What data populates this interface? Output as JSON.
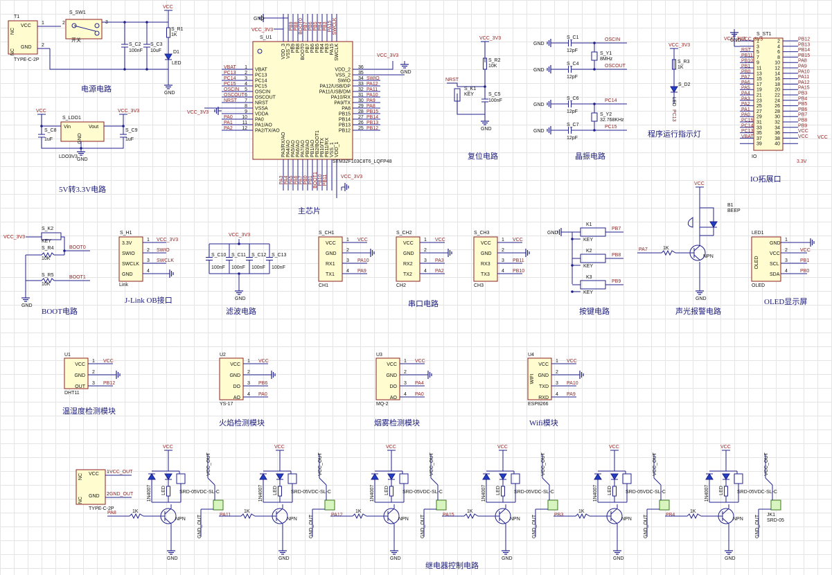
{
  "sections": {
    "power": "电源电路",
    "ldo": "5V转3.3V电路",
    "mcu": "主芯片",
    "reset": "复位电路",
    "crystal": "晶振电路",
    "led_indicator": "程序运行指示灯",
    "io": "IO拓展口",
    "boot": "BOOT电路",
    "jlink": "J-Link OB接口",
    "filter": "滤波电路",
    "serial": "串口电路",
    "keys": "按键电路",
    "buzzer": "声光报警电路",
    "oled": "OLED显示屏",
    "dht": "温湿度检测模块",
    "flame": "火焰检测模块",
    "smoke": "烟雾检测模块",
    "wifi": "Wifi模块",
    "relay": "继电器控制电路"
  },
  "power": {
    "ref": "T1",
    "type": "TYPE-C-2P",
    "vcc": "VCC",
    "gnd": "GND",
    "nc": "NC",
    "sw": "S_SW1",
    "sw_label": "开关",
    "c2": "S_C2",
    "c2v": "100nF",
    "c3": "S_C3",
    "c3v": "10uF",
    "r1": "S_R1",
    "r1v": "1K",
    "d1": "D1",
    "d1v": "LED",
    "net_vcc": "VCC",
    "net_gnd": "GND"
  },
  "ldo": {
    "ref": "S_LDO1",
    "vin": "Vin",
    "vout": "Vout",
    "gnd": "GND",
    "part": "LDO3V3",
    "c8": "S_C8",
    "c8v": "1uF",
    "c9": "S_C9",
    "c9v": "1uF",
    "vcc": "VCC",
    "vcc33": "VCC_3V3"
  },
  "mcu": {
    "ref": "S_U1",
    "part": "STM32F103C8T6_LQFP48",
    "gnd": "GND",
    "vcc33": "VCC_3V3",
    "left_nets": [
      "VBAT",
      "PC13",
      "PC14",
      "PC15",
      "OSCIN",
      "OSCOUT",
      "NRST",
      "",
      "",
      "PA0",
      "PA1",
      "PA2"
    ],
    "left_pins": [
      "VBAT",
      "PC13",
      "PC14",
      "PC15",
      "OSCIN",
      "OSCOUT",
      "NRST",
      "VSSA",
      "VDDA",
      "PA0",
      "PA1/AO",
      "PA2/TX/AO"
    ],
    "left_nums": [
      "1",
      "2",
      "3",
      "4",
      "5",
      "6",
      "7",
      "8",
      "9",
      "10",
      "11",
      "12"
    ],
    "right_pins": [
      "VDD_2",
      "VSS_2",
      "SWIO",
      "PA12/USB/DP",
      "PA11/USB/DM",
      "PA10/RX",
      "PA9/TX",
      "PA8",
      "PB15",
      "PB14",
      "PB13",
      "PB12"
    ],
    "right_nums": [
      "36",
      "35",
      "34",
      "33",
      "32",
      "31",
      "30",
      "29",
      "28",
      "27",
      "26",
      "25"
    ],
    "right_nets": [
      "",
      "",
      "SWIO",
      "PA12",
      "PA11",
      "PA10",
      "PA9",
      "PA8",
      "PB15",
      "PB14",
      "PB13",
      "PB12"
    ],
    "top_pins": [
      "VDD_3",
      "VSS_3",
      "PB9",
      "PB8",
      "BOOT0",
      "PB7",
      "PB6",
      "PB5",
      "PB4",
      "PB3",
      "PA15",
      "SWCLK"
    ],
    "top_nets": [
      "",
      "",
      "PB9",
      "PB8",
      "BOOT0",
      "PB7",
      "PB6",
      "PB5",
      "PB4",
      "PB3",
      "PA15",
      "SWCLK"
    ],
    "bottom_pins": [
      "PA3/RX/AO",
      "PA4/AO",
      "PA5/AO",
      "PA6/AO",
      "PA7/AO",
      "PB0/AO",
      "PB1/AO",
      "PB2/BOOT1",
      "PB10/TX",
      "PB11/RX",
      "VSS_1",
      "VDD_1"
    ],
    "bottom_nets": [
      "PA3",
      "PA4",
      "PA5",
      "PA6",
      "PA7",
      "PB0",
      "PB1",
      "BOOT1",
      "PB10",
      "PB11",
      "",
      ""
    ]
  },
  "reset": {
    "nrst": "NRST",
    "k1": "S_K1",
    "k1v": "KEY",
    "r2": "S_R2",
    "r2v": "10K",
    "c5": "S_C5",
    "c5v": "100nF",
    "vcc33": "VCC_3V3"
  },
  "crystal": {
    "c1": "S_C1",
    "c1v": "12pF",
    "c4": "S_C4",
    "c4v": "12pF",
    "c6": "S_C6",
    "c6v": "12pF",
    "c7": "S_C7",
    "c7v": "12pF",
    "y1": "S_Y1",
    "y1v": "8MHz",
    "y2": "S_Y2",
    "y2v": "32.768KHz",
    "oscin": "OSCIN",
    "oscout": "OSCOUT",
    "pc14": "PC14",
    "pc15": "PC15",
    "gnd": "GND"
  },
  "led_ind": {
    "r3": "S_R3",
    "r3v": "1K",
    "d2": "S_D2",
    "d2v": "LED",
    "net": "PC13",
    "vcc33": "VCC_3V3"
  },
  "io": {
    "ref": "S_ST1",
    "part": "IO",
    "vcc33": "VCC_3V3",
    "vcc": "VCC",
    "v33": "3.3V",
    "gnd": "GND",
    "left_nets": [
      "VCC_3V3",
      "",
      "RST",
      "PB11",
      "PB10",
      "PB1",
      "PB0",
      "PA7",
      "PA6",
      "PA5",
      "PA4",
      "PA3",
      "PA2",
      "PA1",
      "PA0",
      "PC15",
      "PC14",
      "PC13",
      "VBAT",
      ""
    ],
    "right_nets": [
      "PB12",
      "PB13",
      "PB14",
      "PB15",
      "PA8",
      "PA9",
      "PA10",
      "PA11",
      "PA12",
      "PA15",
      "PB3",
      "PB4",
      "PB5",
      "PB6",
      "PB7",
      "PB8",
      "PB9",
      "VCC",
      "VCC",
      ""
    ],
    "left_nums": [
      "1",
      "3",
      "5",
      "7",
      "9",
      "11",
      "13",
      "15",
      "17",
      "19",
      "21",
      "23",
      "25",
      "27",
      "29",
      "31",
      "33",
      "35",
      "37",
      "39"
    ],
    "right_nums": [
      "2",
      "4",
      "6",
      "8",
      "10",
      "12",
      "14",
      "16",
      "18",
      "20",
      "22",
      "24",
      "26",
      "28",
      "30",
      "32",
      "34",
      "36",
      "38",
      "40"
    ]
  },
  "boot": {
    "k2": "S_K2",
    "k2v": "KEY",
    "r4": "S_R4",
    "r4v": "10K",
    "r5": "S_R5",
    "r5v": "10K",
    "boot0": "BOOT0",
    "boot1": "BOOT1",
    "vcc33": "VCC_3V3",
    "gnd": "GND"
  },
  "jlink": {
    "ref": "S_H1",
    "part": "Link",
    "pins": [
      "3.3V",
      "SWIO",
      "SWCLK",
      "GND"
    ],
    "nets": [
      "VCC_3V3",
      "SWIO",
      "SWCLK",
      "GND"
    ]
  },
  "filter": {
    "vcc33": "VCC_3V3",
    "caps": [
      "S_C10",
      "S_C11",
      "S_C12",
      "S_C13"
    ],
    "capv": "100nF",
    "gnd": "GND"
  },
  "serial": [
    {
      "ref": "S_CH1",
      "part": "CH1",
      "pins": [
        "VCC",
        "GND",
        "RX1",
        "TX1"
      ],
      "nets": [
        "VCC",
        "",
        "PA10",
        "PA9"
      ]
    },
    {
      "ref": "S_CH2",
      "part": "CH2",
      "pins": [
        "VCC",
        "GND",
        "RX2",
        "TX2"
      ],
      "nets": [
        "VCC",
        "",
        "PA3",
        "PA2"
      ]
    },
    {
      "ref": "S_CH3",
      "part": "CH3",
      "pins": [
        "VCC",
        "GND",
        "RX3",
        "TX3"
      ],
      "nets": [
        "VCC",
        "",
        "PB11",
        "PB10"
      ]
    }
  ],
  "keys": {
    "refs": [
      "K1",
      "K2",
      "K3"
    ],
    "val": "KEY",
    "nets": [
      "PB7",
      "PB8",
      "PB9"
    ],
    "gnd": "GND"
  },
  "buzzer": {
    "vcc": "VCC",
    "b1": "B1",
    "b1v": "BEEP",
    "net": "PA7",
    "r": "1K",
    "q": "NPN",
    "gnd": "GND"
  },
  "oled": {
    "ref": "LED1",
    "part": "OLED",
    "pins": [
      "GND",
      "VCC",
      "SCL",
      "SDA"
    ],
    "nets": [
      "",
      "VCC",
      "PB1",
      "PB0"
    ]
  },
  "modules": [
    {
      "ref": "U1",
      "part": "DHT11",
      "pins": [
        "VCC",
        "GND",
        "OUT"
      ],
      "nets": [
        "VCC",
        "GND",
        "PB12"
      ]
    },
    {
      "ref": "U2",
      "part": "YS-17",
      "pins": [
        "VCC",
        "GND",
        "DO",
        "AO"
      ],
      "nets": [
        "VCC",
        "GND",
        "PB6",
        "PA0"
      ]
    },
    {
      "ref": "U3",
      "part": "MQ-2",
      "pins": [
        "VCC",
        "GND",
        "DO",
        "AO"
      ],
      "nets": [
        "VCC",
        "GND",
        "PA4",
        "PA0"
      ]
    },
    {
      "ref": "U4",
      "part": "ESP8266",
      "chip": "WIFI",
      "pins": [
        "VCC",
        "GND",
        "TXD",
        "RXD"
      ],
      "nets": [
        "VCC",
        "",
        "PA10",
        "PA9"
      ]
    }
  ],
  "relay_psu": {
    "type": "TYPE-C-2P",
    "vcc": "VCC",
    "gnd": "GND",
    "nc": "NC",
    "vcc_out": "VCC_OUT",
    "gnd_out": "GND_OUT"
  },
  "relays": {
    "nets": [
      "PA8",
      "PA11",
      "PA12",
      "PA15",
      "PB3",
      "PB4"
    ],
    "r": "1K",
    "q": "NPN",
    "vcc": "VCC",
    "gnd": "GND",
    "vcc_out": "VCC_OUT",
    "gnd_out": "GND_OUT",
    "relay": "SRD-05VDC-SL-C",
    "diode": "1N4007",
    "led": "LED",
    "rled": "1K",
    "last_ref": "JK1",
    "last_part": "SRD-05"
  }
}
